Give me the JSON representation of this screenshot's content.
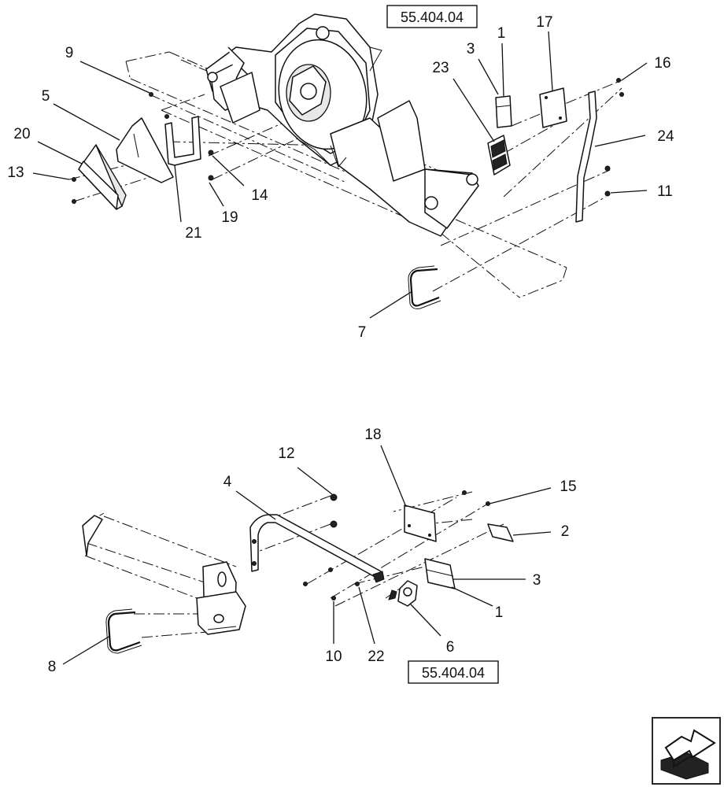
{
  "references": {
    "top": "55.404.04",
    "bottom": "55.404.04"
  },
  "callouts": {
    "c9": "9",
    "c5": "5",
    "c20": "20",
    "c13": "13",
    "c21": "21",
    "c19": "19",
    "c14": "14",
    "c23": "23",
    "c3a": "3",
    "c1a": "1",
    "c17": "17",
    "c16": "16",
    "c24": "24",
    "c11": "11",
    "c7": "7",
    "c12": "12",
    "c4": "4",
    "c18": "18",
    "c15": "15",
    "c2": "2",
    "c3b": "3",
    "c1b": "1",
    "c6": "6",
    "c22": "22",
    "c10": "10",
    "c8": "8"
  },
  "icons": {
    "next_page": "next-page-arrow-icon"
  }
}
